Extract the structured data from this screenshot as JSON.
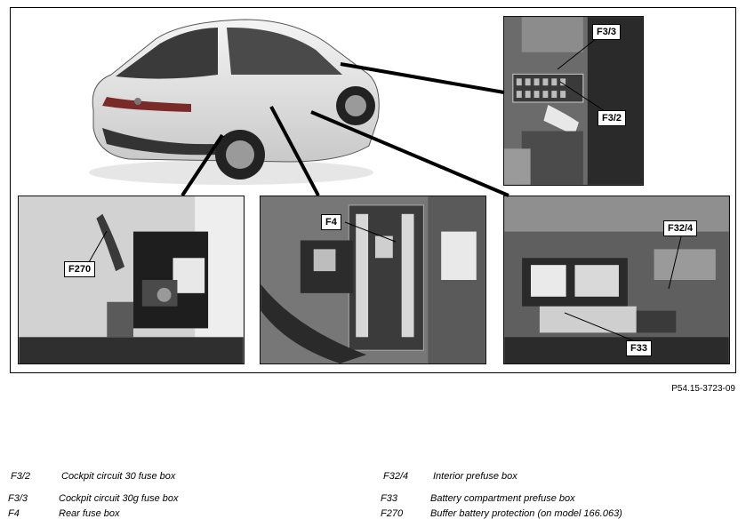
{
  "figure": {
    "reference_code": "P54.15-3723-09",
    "callouts": {
      "f3_3": "F3/3",
      "f3_2": "F3/2",
      "f270": "F270",
      "f4": "F4",
      "f32_4": "F32/4",
      "f33": "F33"
    }
  },
  "legend": [
    {
      "code": "F3/2",
      "description": "Cockpit circuit 30 fuse box"
    },
    {
      "code": "F3/3",
      "description": "Cockpit circuit 30g fuse box"
    },
    {
      "code": "F4",
      "description": "Rear fuse box"
    },
    {
      "code": "F32/4",
      "description": "Interior prefuse box"
    },
    {
      "code": "F33",
      "description": "Battery compartment prefuse box"
    },
    {
      "code": "F270",
      "description": "Buffer battery protection (on model 166.063)"
    }
  ],
  "colors": {
    "photo_dark": "#2b2b2b",
    "photo_mid": "#8a8a8a",
    "photo_light": "#d8d8d8",
    "leader_line": "#000000"
  }
}
